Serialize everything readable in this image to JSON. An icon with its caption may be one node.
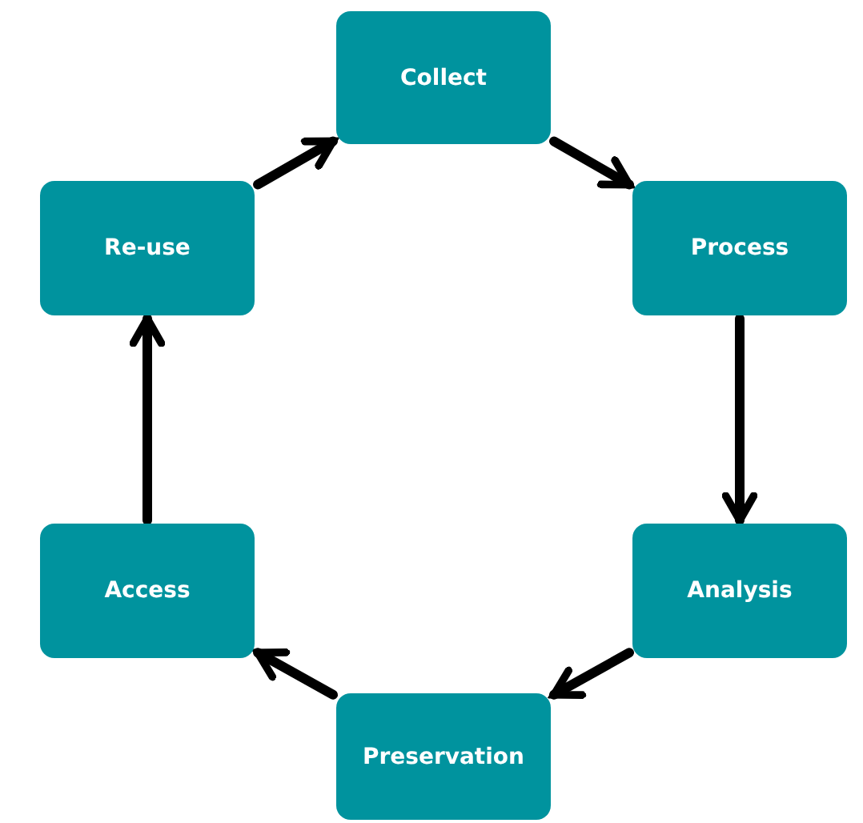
{
  "diagram": {
    "nodes": [
      {
        "text": [
          "Collect"
        ]
      },
      {
        "text": [
          "Process"
        ]
      },
      {
        "text": [
          "Analysis"
        ]
      },
      {
        "text": [
          "Preservation"
        ]
      },
      {
        "text": [
          "Access"
        ]
      },
      {
        "text": [
          "Re-use"
        ]
      }
    ],
    "edges": [
      {
        "from": 0,
        "to": 1,
        "arrow": "to"
      },
      {
        "from": 1,
        "to": 2,
        "arrow": "to"
      },
      {
        "from": 2,
        "to": 3,
        "arrow": "to"
      },
      {
        "from": 3,
        "to": 4,
        "arrow": "to"
      },
      {
        "from": 4,
        "to": 5,
        "arrow": "to"
      },
      {
        "from": 5,
        "to": 0,
        "arrow": "to"
      }
    ]
  }
}
